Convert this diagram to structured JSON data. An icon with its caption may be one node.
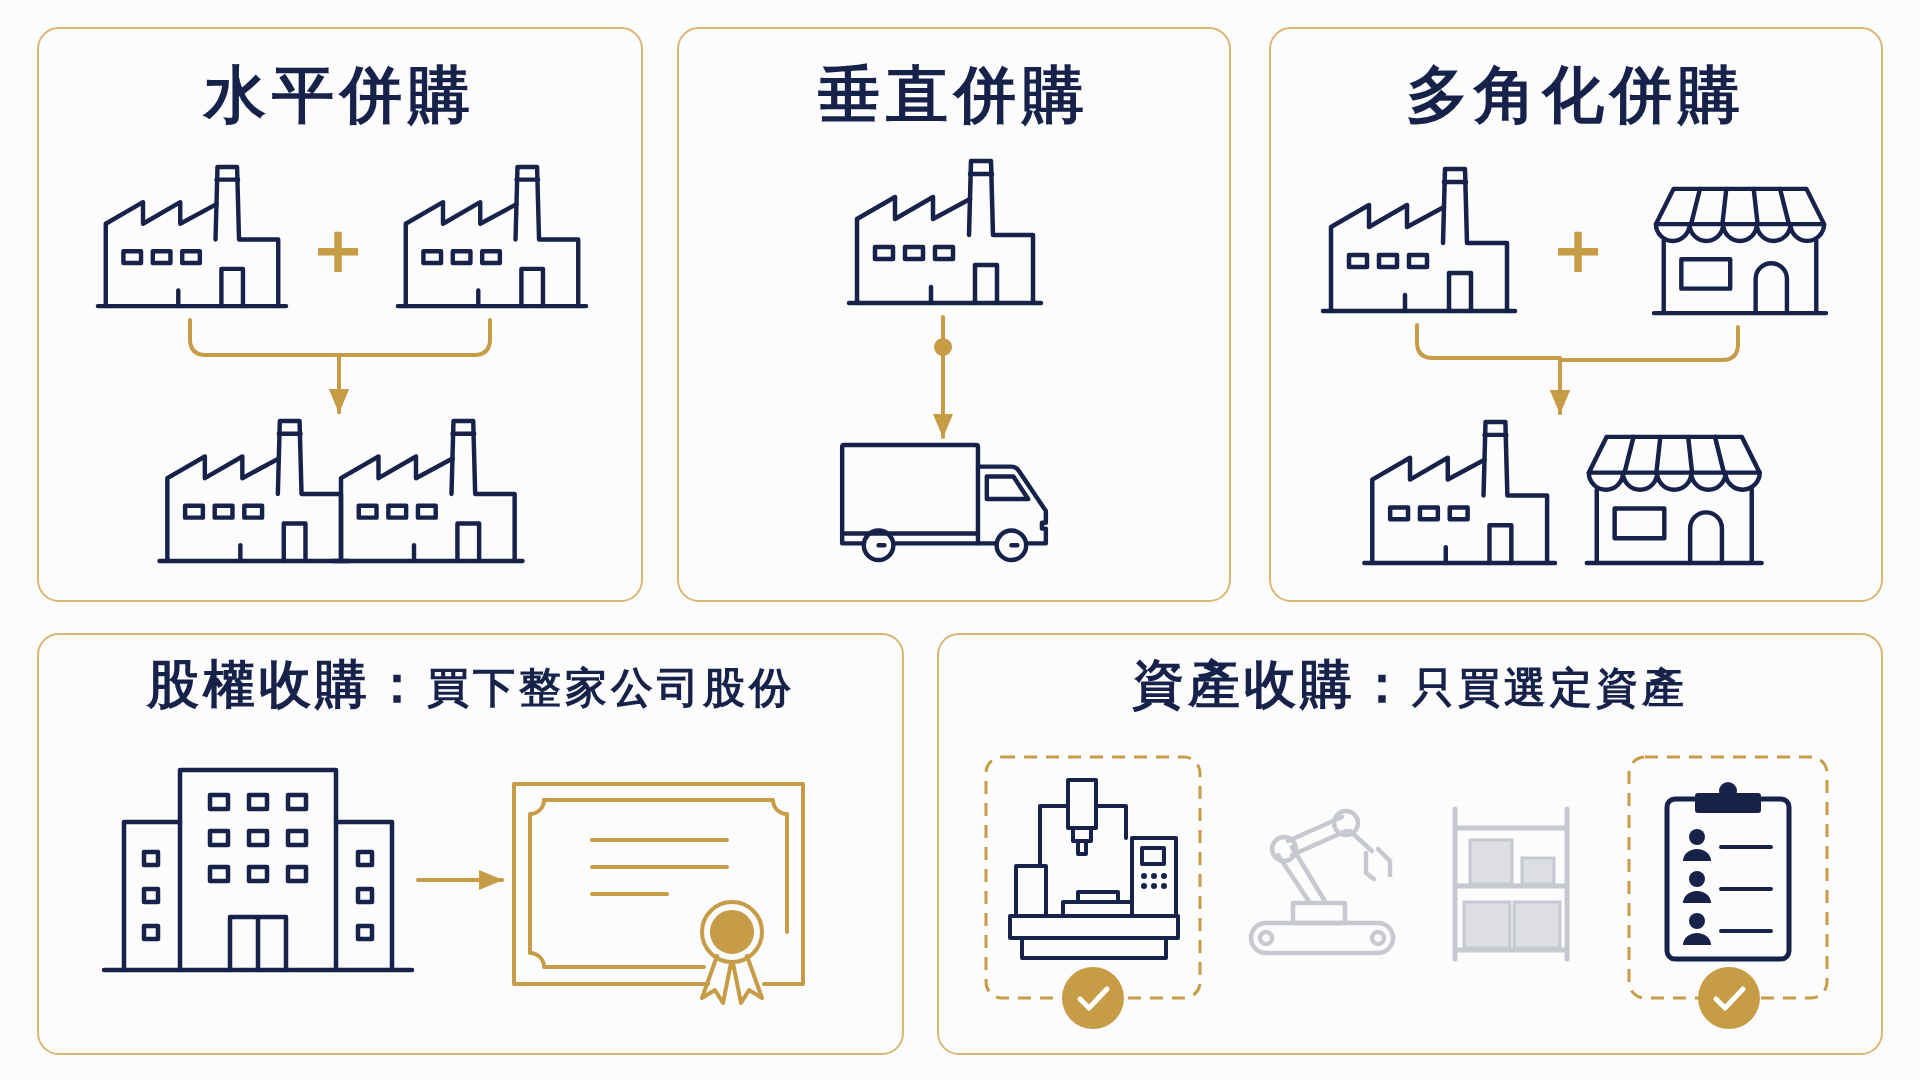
{
  "diagram": {
    "nodes": [
      {
        "text": [
          "水平併購"
        ]
      },
      {
        "text": [],
        "shape": "picture",
        "in": 0
      },
      {
        "text": [],
        "shape": "picture",
        "in": 0
      },
      {
        "text": [],
        "shape": "picture",
        "in": 0
      },
      {
        "text": [
          "垂直併購"
        ]
      },
      {
        "text": [],
        "shape": "picture",
        "in": 4
      },
      {
        "text": [],
        "shape": "picture",
        "in": 4
      },
      {
        "text": [
          "多角化併購"
        ]
      },
      {
        "text": [],
        "shape": "picture",
        "in": 7
      },
      {
        "text": [],
        "shape": "picture",
        "in": 7
      },
      {
        "text": [],
        "shape": "picture",
        "in": 7
      },
      {
        "text": [
          "**股權收購：**買下整家公司股份"
        ]
      },
      {
        "text": [],
        "shape": "picture",
        "in": 11
      },
      {
        "text": [],
        "shape": "picture",
        "in": 11
      },
      {
        "text": [
          "**資產收購：**只買選定資產"
        ]
      }
    ],
    "edges": [
      {
        "from": 1,
        "to": 3,
        "arrow": "to"
      },
      {
        "from": 2,
        "to": 3,
        "arrow": "to"
      },
      {
        "from": 5,
        "to": 6,
        "arrow": "to"
      },
      {
        "from": 8,
        "to": 10,
        "arrow": "to"
      },
      {
        "from": 9,
        "to": 10,
        "arrow": "to"
      },
      {
        "from": 12,
        "to": 13,
        "arrow": "to"
      }
    ],
    "labels": [
      "+",
      "+"
    ]
  }
}
